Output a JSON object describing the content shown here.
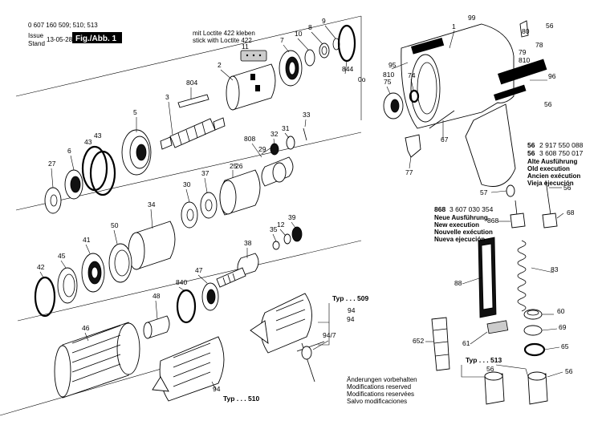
{
  "header": {
    "part_number": "0 607 160 509; 510; 513",
    "issue_label_1": "Issue",
    "issue_label_2": "Stand",
    "issue_date": "13-05-28",
    "figure_label": "Fig./Abb. 1"
  },
  "notes": {
    "loctite_1": "mit Loctite 422 kleben",
    "loctite_2": "stick with Loctite 422",
    "old_code_1": "56",
    "old_num_1": "2 917 550 088",
    "old_code_2": "56",
    "old_num_2": "3 608 750 017",
    "old_exec": [
      "Alte Ausführung",
      "Old execution",
      "Ancien exécution",
      "Vieja ejecución"
    ],
    "new_code": "868",
    "new_num": "3 607 030 354",
    "new_exec": [
      "Neue Ausführung",
      "New execution",
      "Nouvelle exécution",
      "Nueva ejecución"
    ],
    "changes": [
      "Änderungen vorbehalten",
      "Modifications reserved",
      "Modifications reservées",
      "Salvo modificaciones"
    ]
  },
  "types": {
    "typ_509": "Typ . . . 509",
    "typ_510": "Typ . . . 510",
    "typ_513": "Typ . . . 513"
  },
  "callouts": [
    "1",
    "2",
    "3",
    "5",
    "6",
    "7",
    "8",
    "9",
    "10",
    "11",
    "12",
    "25",
    "26",
    "27",
    "29",
    "30",
    "31",
    "32",
    "33",
    "34",
    "35",
    "37",
    "38",
    "39",
    "41",
    "42",
    "43",
    "43",
    "45",
    "46",
    "47",
    "48",
    "50",
    "56",
    "56",
    "56",
    "56",
    "56",
    "57",
    "60",
    "61",
    "65",
    "67",
    "68",
    "69",
    "74",
    "75",
    "77",
    "78",
    "79",
    "80",
    "83",
    "88",
    "94",
    "94",
    "94",
    "94/7",
    "95",
    "96",
    "99",
    "804",
    "808",
    "810",
    "810",
    "840",
    "844",
    "868",
    "652",
    "0o"
  ]
}
